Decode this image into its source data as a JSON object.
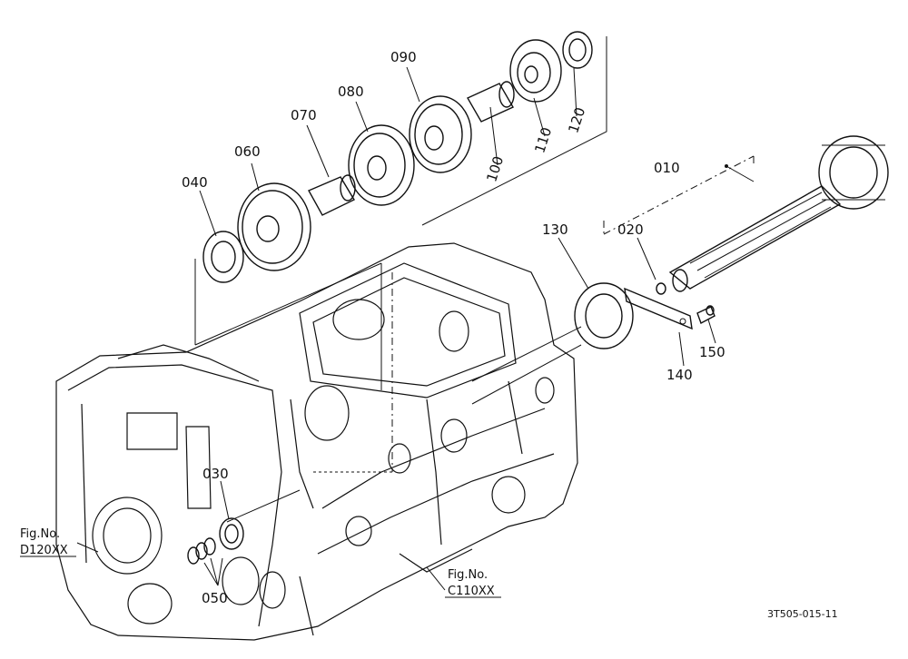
{
  "parts": [
    {
      "id": "p010",
      "label": "010"
    },
    {
      "id": "p020",
      "label": "020"
    },
    {
      "id": "p030",
      "label": "030"
    },
    {
      "id": "p040",
      "label": "040"
    },
    {
      "id": "p050",
      "label": "050"
    },
    {
      "id": "p060",
      "label": "060"
    },
    {
      "id": "p070",
      "label": "070"
    },
    {
      "id": "p080",
      "label": "080"
    },
    {
      "id": "p090",
      "label": "090"
    },
    {
      "id": "p100",
      "label": "100"
    },
    {
      "id": "p110",
      "label": "110"
    },
    {
      "id": "p120",
      "label": "120"
    },
    {
      "id": "p130",
      "label": "130"
    },
    {
      "id": "p140",
      "label": "140"
    },
    {
      "id": "p150",
      "label": "150"
    }
  ],
  "references": [
    {
      "line1": "Fig.No.",
      "line2": "D120XX"
    },
    {
      "line1": "Fig.No.",
      "line2": "C110XX"
    }
  ],
  "drawing_code": "3T505-015-11"
}
